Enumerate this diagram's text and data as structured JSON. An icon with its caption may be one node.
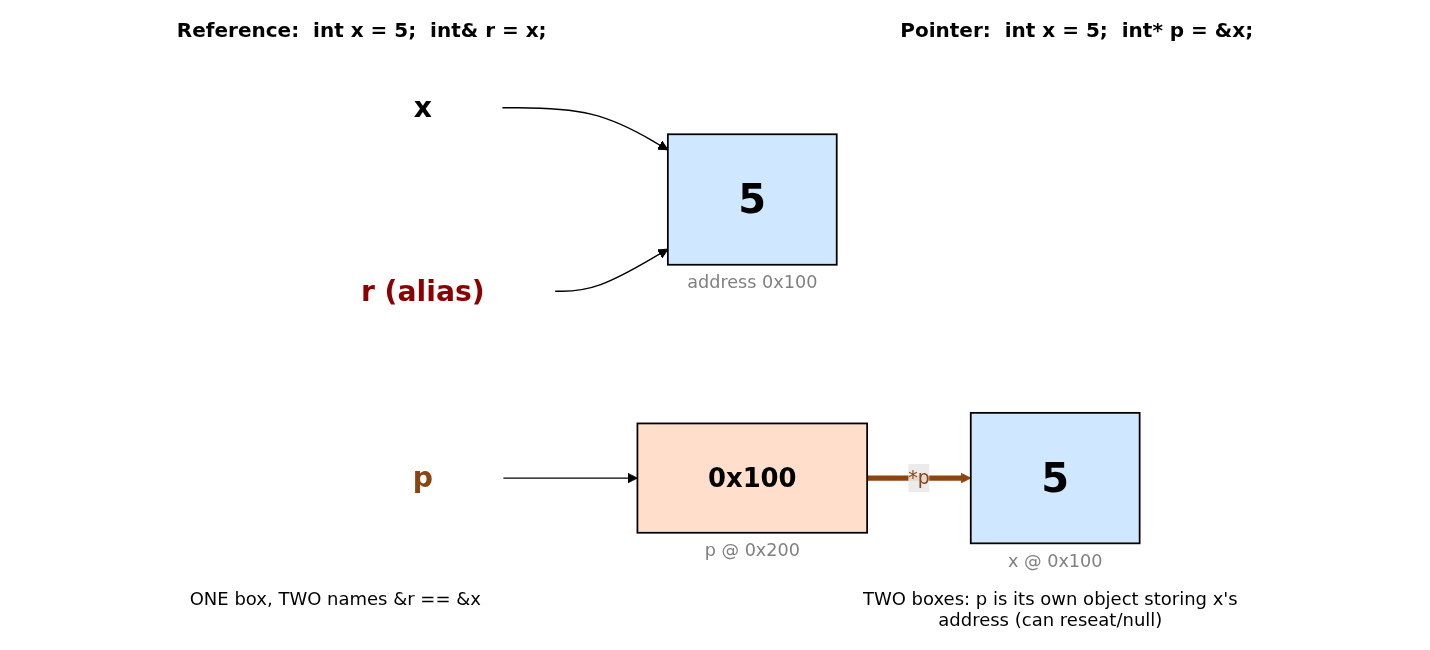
{
  "diagram": {
    "nodes": [
      {
        "text": [
          "x"
        ]
      },
      {
        "text": [
          "r  (alias)"
        ]
      },
      {
        "text": [
          "5"
        ],
        "beside": [
          "address 0x100"
        ]
      },
      {
        "text": [
          "p"
        ]
      },
      {
        "text": [
          "0x100"
        ],
        "beside": [
          "p @ 0x200"
        ]
      },
      {
        "text": [
          "5"
        ],
        "beside": [
          "x @ 0x100"
        ]
      }
    ],
    "edges": [
      {
        "from": 0,
        "to": 2,
        "arrow": "to"
      },
      {
        "from": 1,
        "to": 2,
        "arrow": "to"
      },
      {
        "from": 3,
        "to": 4,
        "arrow": "to"
      },
      {
        "from": 4,
        "to": 5,
        "arrow": "to",
        "label": "*p",
        "style": "thick",
        "color": "#8b4513"
      }
    ],
    "labels": [
      "Reference:  int x = 5;  int& r = x;",
      "Pointer:  int x = 5;  int* p = &x;",
      "ONE box, TWO names &r == &x",
      "TWO boxes: p is its own object storing x's address (can reseat/null)"
    ]
  }
}
